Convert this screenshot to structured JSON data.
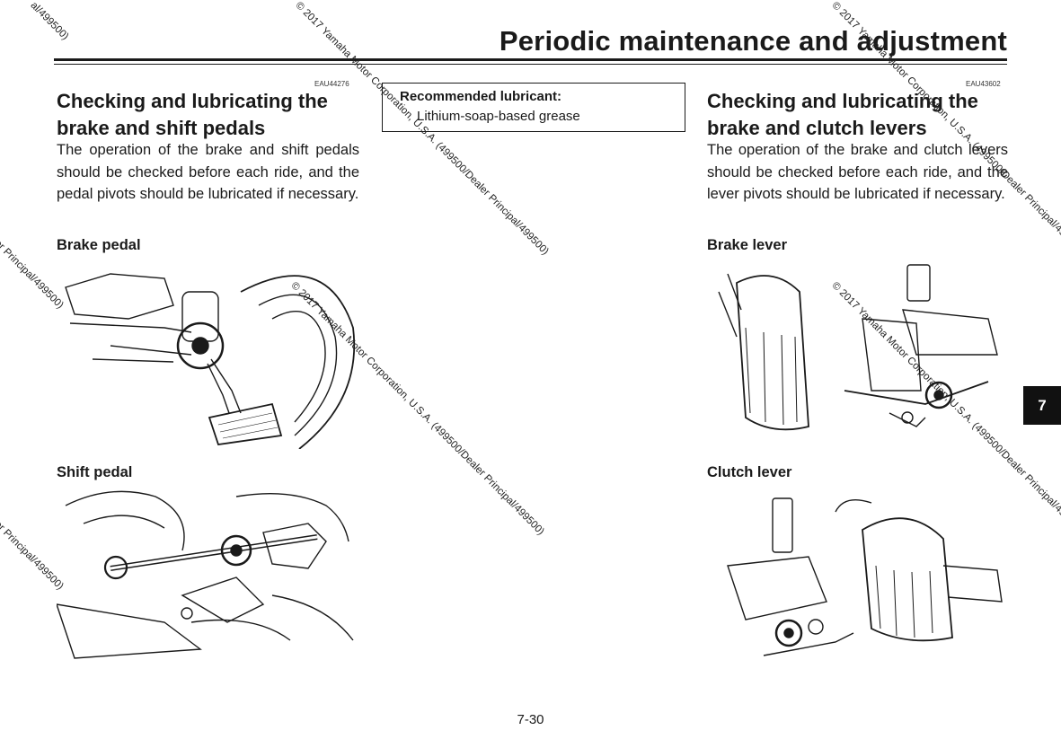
{
  "header": {
    "title": "Periodic maintenance and adjustment"
  },
  "left": {
    "code": "EAU44276",
    "title_line1": "Checking and lubricating the",
    "title_line2": "brake and shift pedals",
    "body": "The operation of the brake and shift pedals should be checked before each ride, and the pedal pivots should be lubricated if necessary.",
    "fig1_label": "Brake pedal",
    "fig2_label": "Shift pedal"
  },
  "lubricant": {
    "label": "Recommended lubricant:",
    "value": "Lithium-soap-based grease"
  },
  "right": {
    "code": "EAU43602",
    "title_line1": "Checking and lubricating the",
    "title_line2": "brake and clutch levers",
    "body": "The operation of the brake and clutch levers should be checked before each ride, and the lever pivots should be lubricated if necessary.",
    "fig1_label": "Brake lever",
    "fig2_label": "Clutch lever"
  },
  "tab": {
    "label": "7"
  },
  "footer": {
    "page": "7-30"
  },
  "watermark": {
    "text": "© 2017 Yamaha Motor Corporation, U.S.A. (499500/Dealer Principal/499500)",
    "fragment_a": "al/499500)",
    "fragment_b": "er Principal/499500)"
  }
}
